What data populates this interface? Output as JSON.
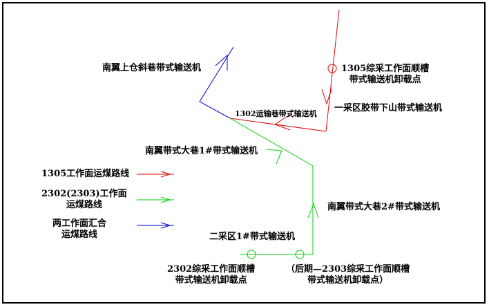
{
  "labels": {
    "nanzhi_upper_conveyor": "南翼上仓斜巷带式输送机",
    "point_1305_line1": "1305综采工作面顺槽",
    "point_1305_line2": "带式输送机卸载点",
    "yicaiqu_conveyor": "一采区胶带下山带式输送机",
    "conveyor_1302": "1302运输巷带式输送机",
    "dahang1_conveyor": "南翼带式大巷1#带式输送机",
    "dahang2_conveyor": "南翼带式大巷2#带式输送机",
    "ercaiqu1_conveyor": "二采区1#带式输送机",
    "point_2302_line1": "2302综采工作面顺槽",
    "point_2302_line2": "带式输送机卸载点",
    "point_2303_line1": "（后期—2303综采工作面顺槽",
    "point_2303_line2": "带式输送机卸载点）"
  },
  "legend": [
    {
      "label_lines": [
        "1305工作面运煤路线"
      ],
      "color": "#e00000"
    },
    {
      "label_lines": [
        "2302(2303)工作面",
        "运煤路线"
      ],
      "color": "#00d000"
    },
    {
      "label_lines": [
        "两工作面汇合",
        "运煤路线"
      ],
      "color": "#0000e0"
    }
  ],
  "colors": {
    "red": "#e00000",
    "green": "#00d000",
    "blue": "#0000e0"
  }
}
